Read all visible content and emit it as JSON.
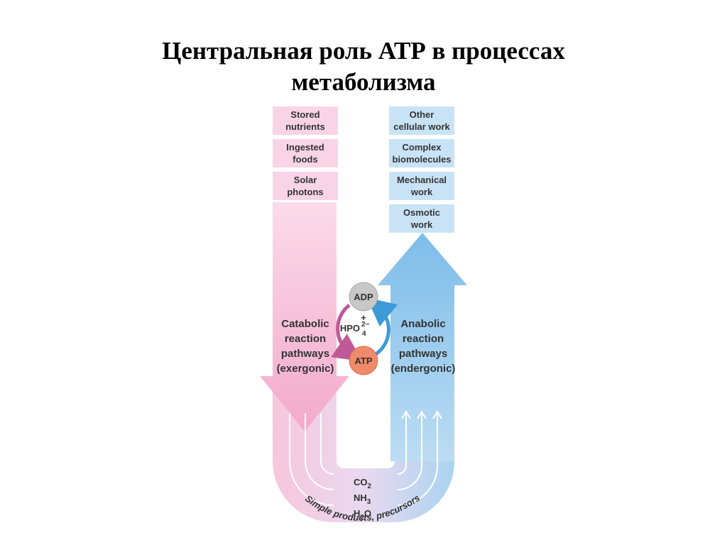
{
  "title": {
    "line1": "Центральная роль АТР в процессах",
    "line2": "метаболизма"
  },
  "left_column": {
    "boxes": [
      {
        "line1": "Stored",
        "line2": "nutrients"
      },
      {
        "line1": "Ingested",
        "line2": "foods"
      },
      {
        "line1": "Solar",
        "line2": "photons"
      }
    ],
    "pathway": [
      "Catabolic",
      "reaction",
      "pathways",
      "(exergonic)"
    ]
  },
  "right_column": {
    "boxes": [
      {
        "line1": "Other",
        "line2": "cellular work"
      },
      {
        "line1": "Complex",
        "line2": "biomolecules"
      },
      {
        "line1": "Mechanical",
        "line2": "work"
      },
      {
        "line1": "Osmotic",
        "line2": "work"
      }
    ],
    "pathway": [
      "Anabolic",
      "reaction",
      "pathways",
      "(endergonic)"
    ]
  },
  "cycle": {
    "adp": "ADP",
    "plus": "+",
    "phosphate": "HPO",
    "phosphate_charge": "2−",
    "phosphate_sub": "4",
    "atp": "ATP"
  },
  "bottom": {
    "co2": "CO",
    "co2_sub": "2",
    "nh3": "NH",
    "nh3_sub": "3",
    "h2o_h": "H",
    "h2o_sub": "2",
    "h2o_o": "O",
    "arc_label": "Simple products, precursors"
  },
  "colors": {
    "pink": "#f9d4e6",
    "pink_arrow": "#f2a6c8",
    "blue": "#c9e3f6",
    "blue_arrow": "#7fbfea",
    "adp": "#c8c8c8",
    "atp": "#ef8a6a",
    "cycle_pink": "#c05a97",
    "cycle_blue": "#3d9ad8"
  }
}
